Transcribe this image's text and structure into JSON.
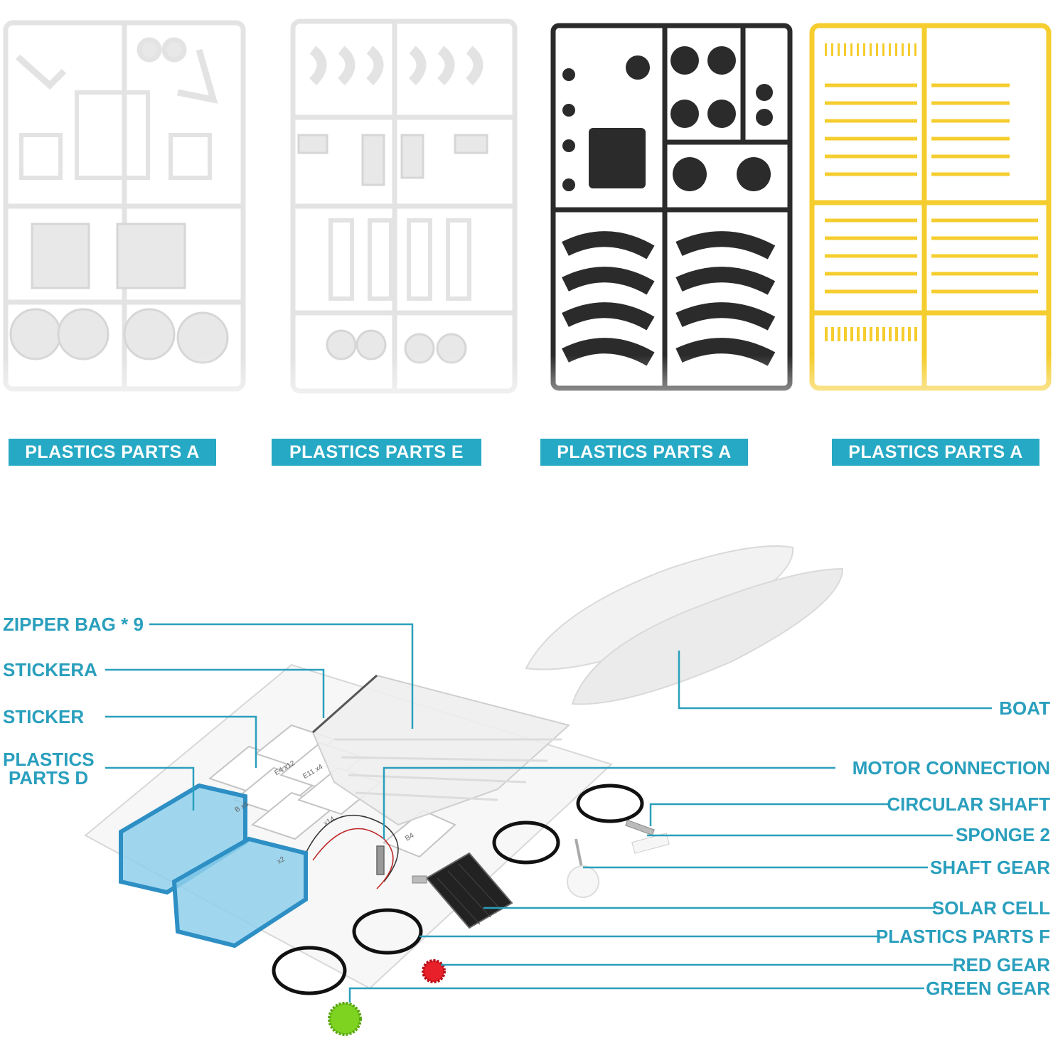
{
  "colors": {
    "accent": "#26a9c4",
    "label": "#2a9fbd",
    "sprue_white": "#e6e6e6",
    "sprue_black": "#2b2b2b",
    "sprue_yellow": "#f5cd2e",
    "parts_blue": "#3fa9d6",
    "red_gear": "#e8202a",
    "green_gear": "#7ed321"
  },
  "banners": [
    "PLASTICS PARTS A",
    "PLASTICS PARTS E",
    "PLASTICS PARTS A",
    "PLASTICS PARTS A"
  ],
  "callouts_left": [
    "ZIPPER BAG * 9",
    "STICKERA",
    "STICKER",
    "PLASTICS",
    "PARTS D"
  ],
  "callouts_right": [
    "BOAT",
    "MOTOR CONNECTION",
    "CIRCULAR SHAFT",
    "SPONGE 2",
    "SHAFT GEAR",
    "SOLAR CELL",
    "PLASTICS PARTS F",
    "RED GEAR",
    "GREEN GEAR"
  ],
  "sticker_text": [
    "E4 x12",
    "E11 x4",
    "B x6",
    "x14",
    "x2",
    "B4"
  ]
}
